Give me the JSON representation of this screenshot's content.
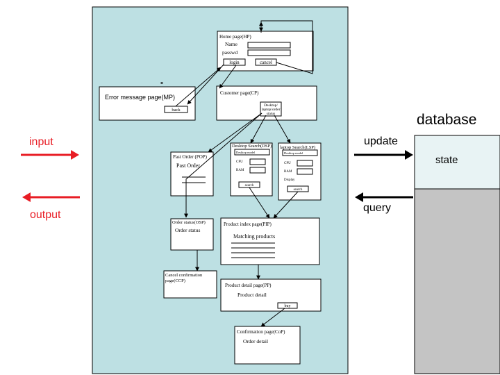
{
  "panel_color": "#bde0e3",
  "accent_color": "#e81c24",
  "db_state_color": "#e8f3f4",
  "db_lower_color": "#c4c4c4",
  "home": {
    "title": "Home page(HP)",
    "name_label": "Name",
    "passwd_label": "passwd",
    "login": "login",
    "cancel": "cancel"
  },
  "error": {
    "title": "Error message page(MP)",
    "back": "back"
  },
  "customer": {
    "title": "Customer page(CP)",
    "link1": "Desktop/",
    "link2": "laptop/order",
    "link3": "status"
  },
  "past_order": {
    "title": "Past Order (POP)",
    "body": "Past Order"
  },
  "desktop_search": {
    "title": "Desktop Search(DSP)",
    "model": "Desktop model",
    "cpu": "CPU",
    "ram": "RAM",
    "search": "search"
  },
  "laptop_search": {
    "title": "laptop Search(LSP)",
    "model": "Desktop model",
    "cpu": "CPU",
    "ram": "RAM",
    "display": "Display",
    "search": "search"
  },
  "order_status": {
    "title": "Order status(OSP)",
    "body": "Order status"
  },
  "product_index": {
    "title": "Product index page(PIP)",
    "body": "Matching products"
  },
  "cancel_conf": {
    "title_line1": "Cancel confirmation",
    "title_line2": "page(CCP)"
  },
  "product_detail": {
    "title": "Product detail page(PP)",
    "body": "Product detail",
    "buy": "buy"
  },
  "confirmation": {
    "title": "Confirmation page(CoP)",
    "body": "Order detail"
  },
  "io": {
    "input": "input",
    "output": "output"
  },
  "database": {
    "title": "database",
    "update": "update",
    "state": "state",
    "query": "query"
  }
}
